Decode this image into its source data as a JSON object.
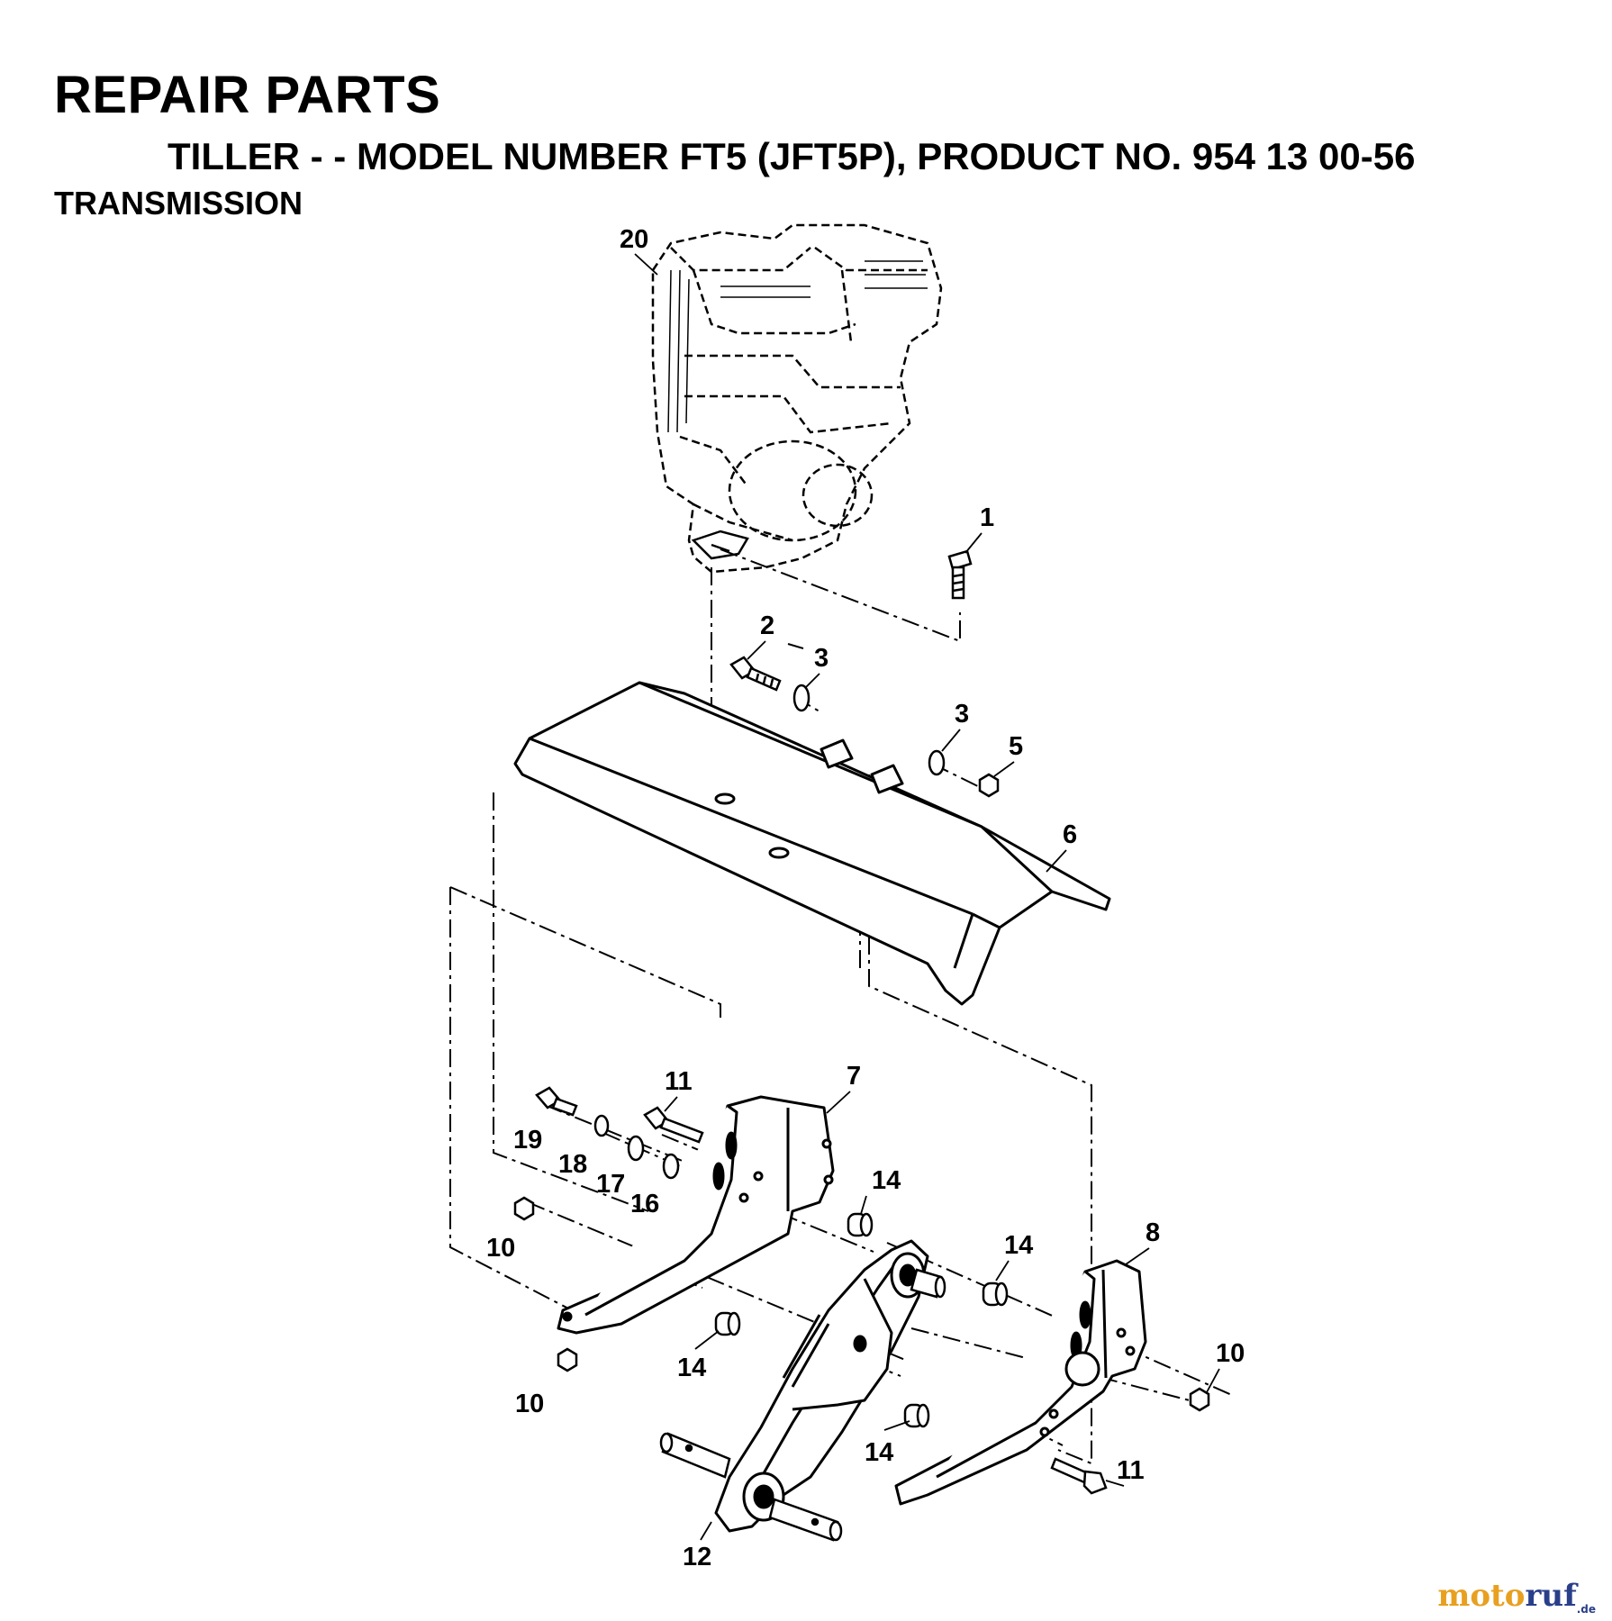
{
  "header": {
    "title": "REPAIR PARTS",
    "subtitle": "TILLER - - MODEL NUMBER FT5 (JFT5P), PRODUCT NO. 954 13 00-56",
    "section": "TRANSMISSION"
  },
  "callouts": {
    "c20": "20",
    "c1": "1",
    "c2": "2",
    "c3a": "3",
    "c3b": "3",
    "c5": "5",
    "c6": "6",
    "c7": "7",
    "c8": "8",
    "c11a": "11",
    "c19": "19",
    "c18": "18",
    "c17": "17",
    "c16": "16",
    "c10a": "10",
    "c14a": "14",
    "c14b": "14",
    "c14c": "14",
    "c14d": "14",
    "c10b": "10",
    "c10c": "10",
    "c11b": "11",
    "c12": "12"
  },
  "watermark": {
    "part1": "moto",
    "part2": "ruf",
    "suffix": ".de"
  }
}
